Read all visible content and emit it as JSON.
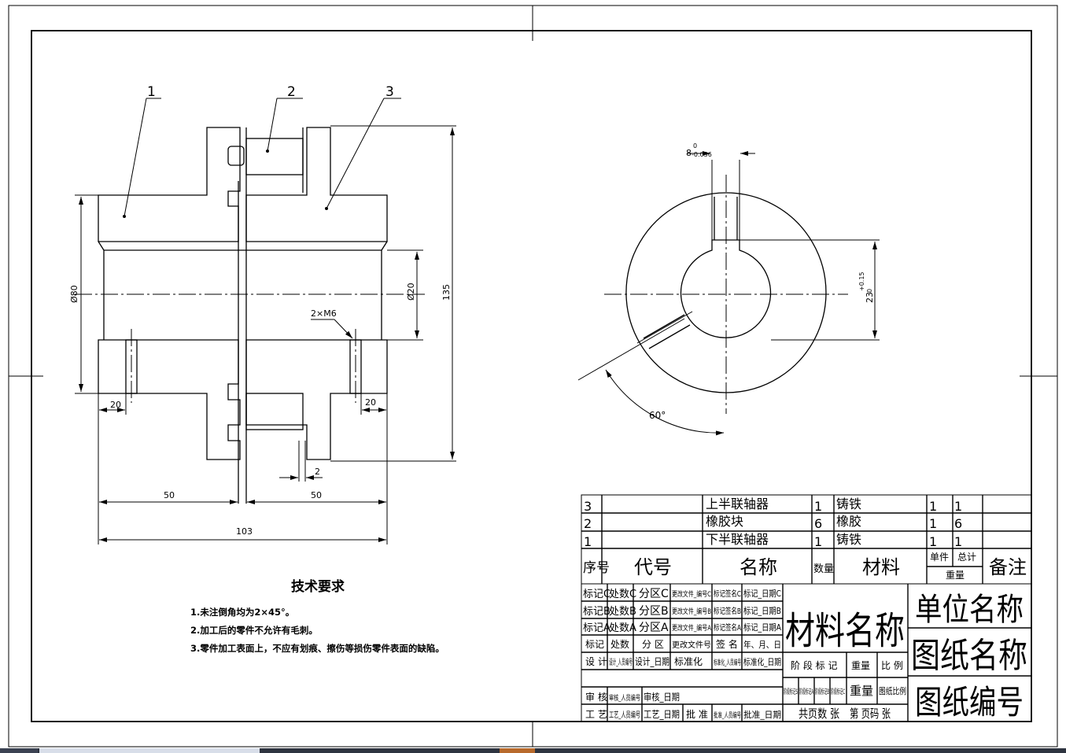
{
  "part_labels": [
    "1",
    "2",
    "3"
  ],
  "dimensions": {
    "d80": "Ø80",
    "d20": "Ø20",
    "h135": "135",
    "screw": "2×M6",
    "w20_left": "20",
    "w20_right": "20",
    "gap2": "2",
    "len50_left": "50",
    "len50_right": "50",
    "len103": "103",
    "key_width_base": "8",
    "key_width_tol_upper": "0",
    "key_width_tol_lower": "-0.036",
    "key_depth_base": "23",
    "key_depth_tol_upper": "+0.15",
    "key_depth_tol_lower": "0",
    "angle": "60°"
  },
  "tech_requirements": {
    "title": "技术要求",
    "items": [
      "1.未注倒角均为2×45°。",
      "2.加工后的零件不允许有毛刺。",
      "3.零件加工表面上，不应有划痕、擦伤等损伤零件表面的缺陷。"
    ]
  },
  "bom": {
    "rows": [
      {
        "no": "3",
        "code": "",
        "name": "上半联轴器",
        "qty": "1",
        "material": "铸铁",
        "unit": "1",
        "total": "1",
        "note": ""
      },
      {
        "no": "2",
        "code": "",
        "name": "橡胶块",
        "qty": "6",
        "material": "橡胶",
        "unit": "1",
        "total": "6",
        "note": ""
      },
      {
        "no": "1",
        "code": "",
        "name": "下半联轴器",
        "qty": "1",
        "material": "铸铁",
        "unit": "1",
        "total": "1",
        "note": ""
      }
    ],
    "header": {
      "no": "序号",
      "code": "代号",
      "name": "名称",
      "qty": "数量",
      "material": "材料",
      "unit": "单件",
      "total": "总计",
      "weight": "重量",
      "note": "备注"
    }
  },
  "title_block": {
    "revisions": [
      [
        "标记C",
        "处数C",
        "分区C",
        "更改文件_编号C",
        "标记签名C",
        "标记_日期C"
      ],
      [
        "标记B",
        "处数B",
        "分区B",
        "更改文件_编号B",
        "标记签名B",
        "标记_日期B"
      ],
      [
        "标记A",
        "处数A",
        "分区A",
        "更改文件_编号A",
        "标记签名A",
        "标记_日期A"
      ],
      [
        "标记",
        "处数",
        "分 区",
        "更改文件号",
        "签 名",
        "年、月、日"
      ]
    ],
    "design_row": [
      "设 计",
      "设计_人员编号",
      "设计_日期",
      "标准化",
      "标准化_人员编号",
      "标准化_日期"
    ],
    "review_row": [
      "审 核",
      "审核_人员编号",
      "审核_日期"
    ],
    "process_row": [
      "工 艺",
      "工艺_人员编号",
      "工艺_日期",
      "批 准",
      "批准_人员编号",
      "批准_日期"
    ],
    "material_name": "材料名称",
    "unit_name": "单位名称",
    "drawing_name": "图纸名称",
    "drawing_number": "图纸编号",
    "stage_label": "阶 段 标 记",
    "weight_label": "重量",
    "scale_label": "比 例",
    "stage_marks": [
      "阶段标记S",
      "阶段标记A",
      "阶段标记B",
      "阶段标记C"
    ],
    "weight_value": "重量",
    "scale_value": "图纸比例",
    "pages": "共页数 张",
    "page_no": "第 页码 张"
  }
}
